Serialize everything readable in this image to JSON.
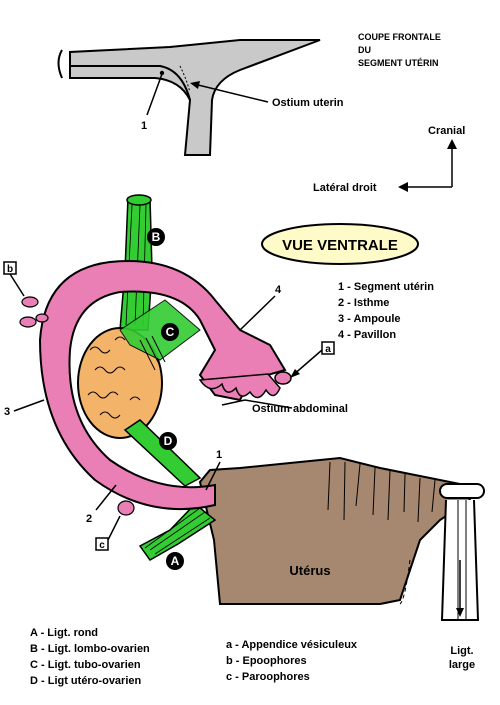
{
  "coupe_title": [
    "COUPE FRONTALE",
    "DU",
    "SEGMENT UTÉRIN"
  ],
  "ostium_uterin": "Ostium uterin",
  "coupe_num": "1",
  "orientation": {
    "cranial": "Cranial",
    "lateral": "Latéral droit"
  },
  "view_title": "VUE VENTRALE",
  "numbered_legend": [
    "1 - Segment utérin",
    "2 - Isthme",
    "3 - Ampoule",
    "4 - Pavillon"
  ],
  "ostium_abdominal": "Ostium abdominal",
  "uterus": "Utérus",
  "ligt_large": [
    "Ligt.",
    "large"
  ],
  "callouts": {
    "n1": "1",
    "n2": "2",
    "n3": "3",
    "n4": "4",
    "A": "A",
    "B": "B",
    "C": "C",
    "D": "D",
    "a": "a",
    "b": "b",
    "c": "c"
  },
  "legend_upper": [
    "A - Ligt. rond",
    "B - Ligt. lombo-ovarien",
    "C - Ligt. tubo-ovarien",
    "D - Ligt utéro-ovarien"
  ],
  "legend_lower": [
    "a - Appendice vésiculeux",
    "b - Epoophores",
    "c - Paroophores"
  ],
  "colors": {
    "tube_pink": "#e97fb4",
    "ligament_green": "#33cc33",
    "ovary_orange": "#f3b46a",
    "uterus_brown": "#a6876f",
    "section_gray": "#c9c9c9",
    "title_bubble": "#fffbc8"
  }
}
